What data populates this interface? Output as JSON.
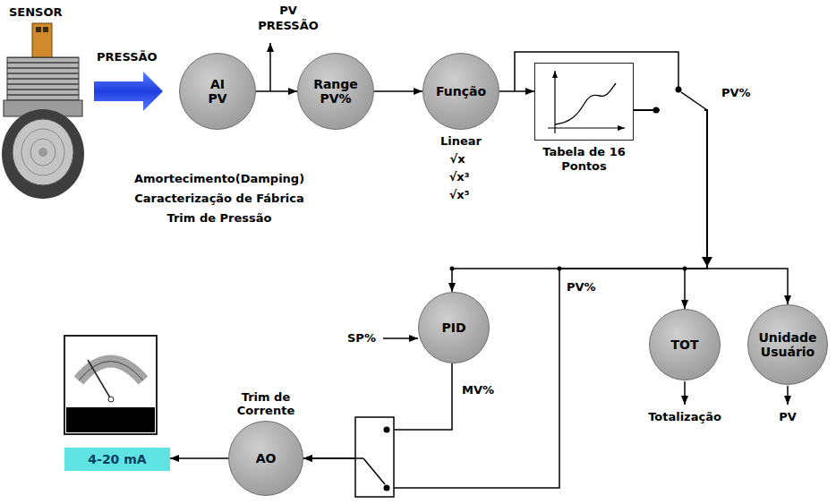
{
  "diagram": {
    "nodes": [
      {
        "text": [
          "AI PV"
        ]
      },
      {
        "text": [
          "Range PV%"
        ]
      },
      {
        "text": [
          "Função"
        ]
      },
      {
        "text": [
          "Tabela de 16 Pontos"
        ]
      },
      {
        "text": [
          "PID"
        ]
      },
      {
        "text": [
          "TOT"
        ]
      },
      {
        "text": [
          "Unidade Usuário"
        ]
      },
      {
        "text": [
          "Trim de Corrente",
          "AO"
        ]
      },
      {
        "text": [
          "4-20 mA"
        ]
      }
    ],
    "edges": [
      {
        "from": 0,
        "to": 1,
        "arrow": "to"
      },
      {
        "from": 1,
        "to": 2,
        "arrow": "to"
      },
      {
        "from": 2,
        "to": 3,
        "arrow": "to"
      },
      {
        "from": 3,
        "to": 4,
        "arrow": "to"
      },
      {
        "from": 3,
        "to": 5,
        "arrow": "to"
      },
      {
        "from": 3,
        "to": 6,
        "arrow": "to"
      },
      {
        "from": 3,
        "to": 7,
        "arrow": "to"
      },
      {
        "from": 4,
        "to": 7,
        "arrow": "to"
      },
      {
        "from": 7,
        "to": 8,
        "arrow": "to"
      }
    ],
    "labels": [
      "SENSOR",
      "PRESSÃO",
      "PV",
      "PRESSÃO",
      "Amortecimento(Damping)",
      "Caracterização de Fábrica",
      "Trim de Pressão",
      "Linear",
      "√x",
      "√x³",
      "√x⁵",
      "PV%",
      "PV%",
      "SP%",
      "MV%",
      "Totalização",
      "PV"
    ]
  }
}
